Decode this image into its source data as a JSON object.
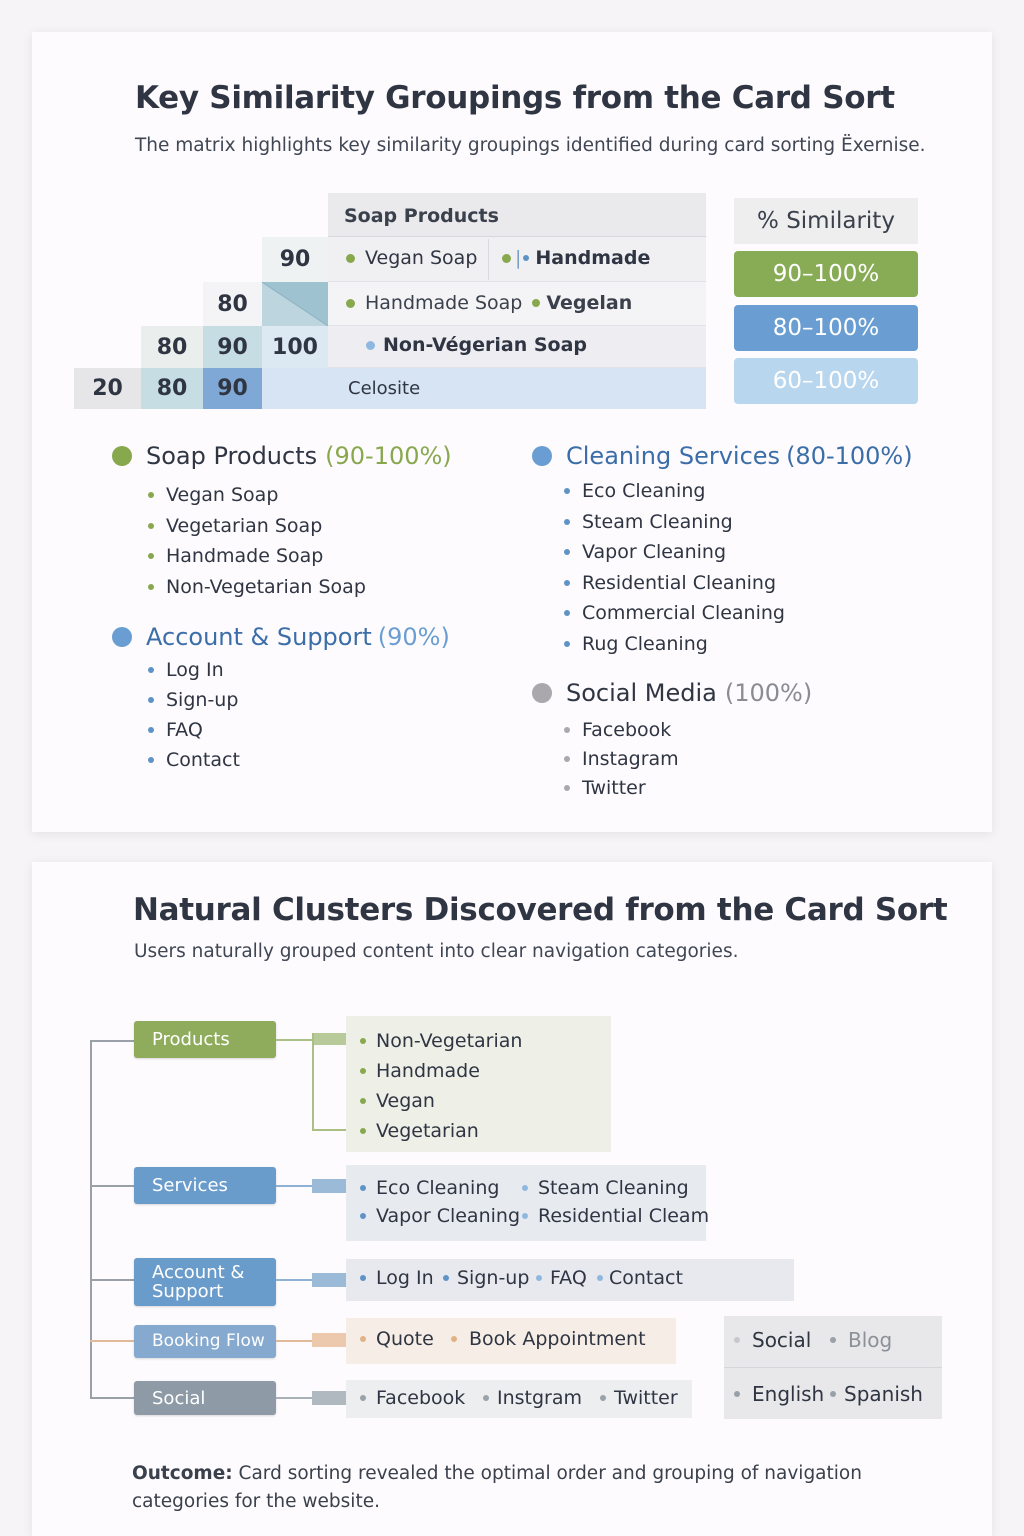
{
  "section1": {
    "title": "Key Similarity Groupings from the Card Sort",
    "subtitle": "The matrix highlights key similarity groupings identified during card sorting Ëxernise.",
    "matrix": {
      "header": "Soap Products",
      "cells": [
        "90",
        "80",
        "80",
        "90",
        "100",
        "20",
        "80",
        "90"
      ],
      "rows": [
        {
          "a": "Vegan Soap",
          "b": "Handmade"
        },
        {
          "a": "Handmade Soap",
          "b": "Vegelan"
        },
        {
          "a": "Non-Végerian Soap"
        },
        {
          "a": "Celosite"
        }
      ]
    },
    "legend": {
      "title": "% Similarity",
      "items": [
        {
          "label": "90–100%",
          "color": "#88ab55"
        },
        {
          "label": "80–100%",
          "color": "#6a9ed2"
        },
        {
          "label": "60–100%",
          "color": "#b9d6ef"
        }
      ]
    },
    "groups": [
      {
        "name": "Soap Products",
        "pct": "(90-100%)",
        "color": "#88a84e",
        "items": [
          "Vegan Soap",
          "Vegetarian Soap",
          "Handmade Soap",
          "Non-Vegetarian Soap"
        ]
      },
      {
        "name": "Account & Support",
        "pct": "(90%)",
        "color": "#6a9ed2",
        "items": [
          "Log In",
          "Sign-up",
          "FAQ",
          "Contact"
        ]
      },
      {
        "name": "Cleaning Services",
        "pct": "(80-100%)",
        "color": "#6a9ed2",
        "items": [
          "Eco Cleaning",
          "Steam Cleaning",
          "Vapor Cleaning",
          "Residential Cleaning",
          "Commercial Cleaning",
          "Rug Cleaning"
        ]
      },
      {
        "name": "Social Media",
        "pct": "(100%)",
        "color": "#aaa8ac",
        "items": [
          "Facebook",
          "Instagram",
          "Twitter"
        ]
      }
    ]
  },
  "section2": {
    "title": "Natural Clusters Discovered from the Card Sort",
    "subtitle": "Users naturally grouped content into clear navigation categories.",
    "categories": [
      {
        "label": "Products",
        "color": "#8fac5c",
        "items": [
          "Non-Vegetarian",
          "Handmade",
          "Vegan",
          "Vegetarian"
        ]
      },
      {
        "label": "Services",
        "color": "#6a9ccb",
        "items": [
          "Eco Cleaning",
          "Steam Cleaning",
          "Vapor Cleaning",
          "Residential Cleam"
        ]
      },
      {
        "label": "Account & Support",
        "color": "#6a9ccb",
        "items": [
          "Log In",
          "Sign-up",
          "FAQ",
          "Contact"
        ]
      },
      {
        "label": "Booking Flow",
        "color": "#86a9cf",
        "items": [
          "Quote",
          "Book Appointment"
        ]
      },
      {
        "label": "Social",
        "color": "#8e9aa6",
        "items": [
          "Facebook",
          "Instgram",
          "Twitter"
        ]
      }
    ],
    "extra": [
      {
        "a": "Social",
        "b": "Blog"
      },
      {
        "a": "English",
        "b": "Spanish"
      }
    ],
    "outcome_label": "Outcome:",
    "outcome_text": "Card sorting revealed the optimal order and grouping of navigation categories for the website."
  }
}
